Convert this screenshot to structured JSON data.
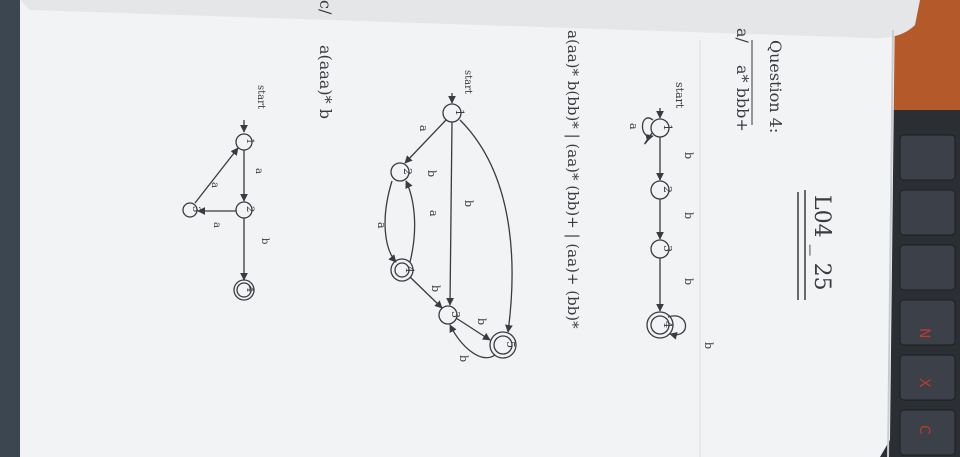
{
  "notebook": {
    "title": "L04 _ 25",
    "heading": "Question 4:",
    "part_a_label": "a/",
    "part_a_regex": "a* bbb+",
    "part_b_regex": "a(aa)* b(bb)* | (aa)* (bb)+ | (aa)+ (bb)*",
    "part_c_label": "c/",
    "part_c_regex": "a(aaa)* b",
    "start_label": "start",
    "dfa_a": {
      "states": [
        "1",
        "2",
        "3",
        "4"
      ],
      "edge_labels": [
        "a",
        "b",
        "b",
        "b",
        "b"
      ]
    },
    "dfa_b": {
      "states": [
        "1",
        "2",
        "3",
        "4",
        "5"
      ],
      "edge_labels": [
        "a",
        "b",
        "b",
        "a",
        "a",
        "b",
        "b",
        "b"
      ]
    },
    "dfa_c": {
      "states": [
        "1",
        "2",
        "3",
        "4"
      ],
      "edge_labels": [
        "a",
        "a",
        "a",
        "b"
      ]
    }
  },
  "colors": {
    "paper": "#f2f3f4",
    "ink": "#3a3a40",
    "table": "#b45a2a",
    "keyboard": "#2b2e33",
    "key_red": "#c0392b"
  }
}
